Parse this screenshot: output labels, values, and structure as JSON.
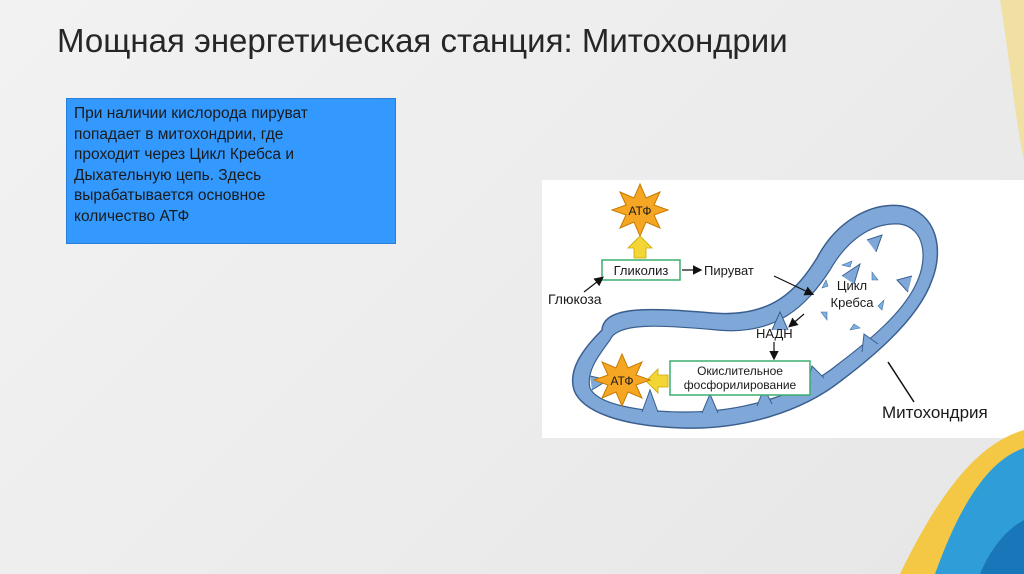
{
  "slide": {
    "title": "Мощная энергетическая станция: Митохондрии"
  },
  "info_box": {
    "lines": [
      "При наличии кислорода пируват",
      "попадает в митохондрии, где",
      "проходит через Цикл Кребса и",
      "Дыхательную цепь. Здесь",
      "вырабатывается основное",
      "количество АТФ"
    ],
    "background_color": "#3399ff"
  },
  "diagram": {
    "labels": {
      "atp_top": "АТФ",
      "glycolysis": "Гликолиз",
      "pyruvate": "Пируват",
      "glucose": "Глюкоза",
      "krebs_line1": "Цикл",
      "krebs_line2": "Кребса",
      "nadh": "НАДН",
      "oxphos_line1": "Окислительное",
      "oxphos_line2": "фосфорилирование",
      "atp_bottom": "АТФ",
      "mitochondrion": "Митохондрия"
    },
    "colors": {
      "membrane": "#7fa8d8",
      "membrane_outline": "#3a5f8f",
      "atp_burst": "#f5a623",
      "box_border": "#3cae6e",
      "arrow_yellow": "#f3d536"
    }
  }
}
